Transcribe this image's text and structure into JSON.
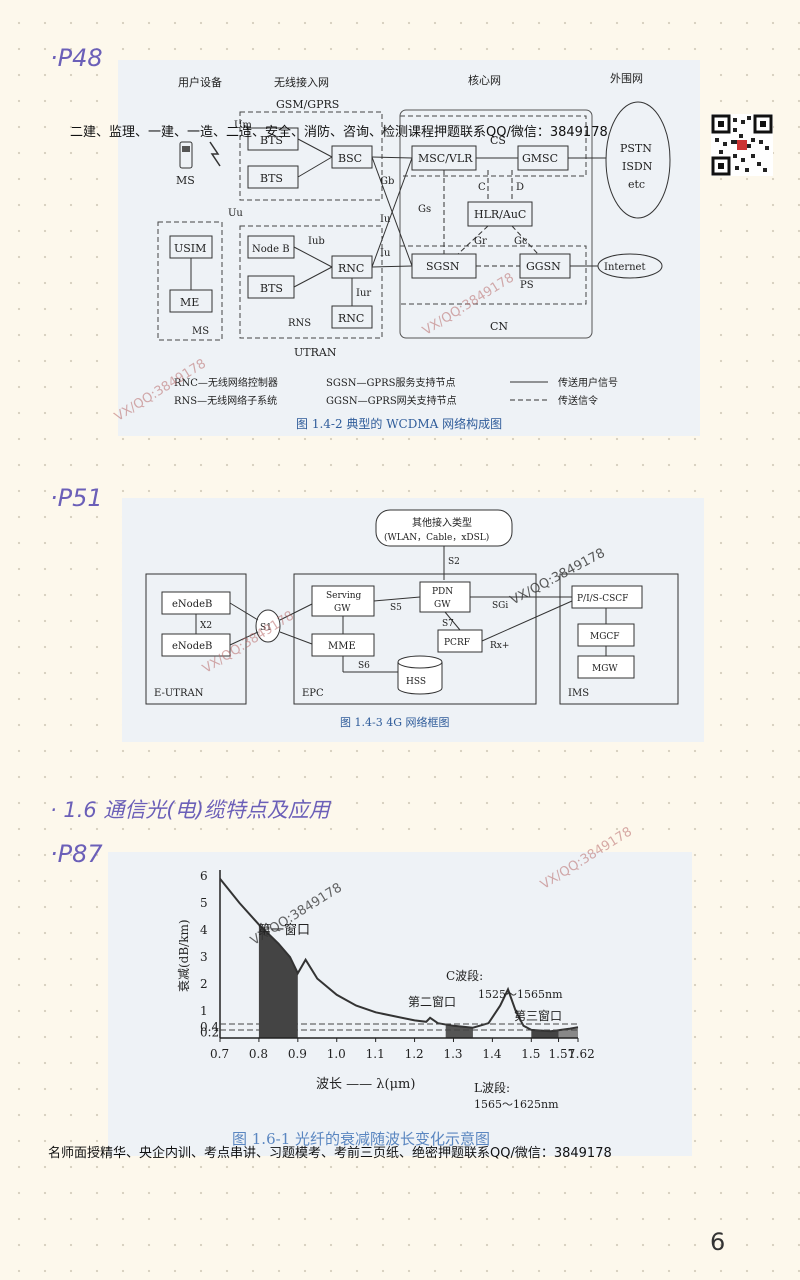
{
  "handwritten": {
    "p48": "·P48",
    "p51": "·P51",
    "section": "· 1.6  通信光(电)缆特点及应用",
    "p87": "·P87",
    "page_number": "6"
  },
  "promo": {
    "top": "二建、监理、一建、一造、二造、安全、消防、咨询、检测课程押题联系QQ/微信：3849178",
    "bottom": "名师面授精华、央企内训、考点串讲、习题模考、考前三页纸、绝密押题联系QQ/微信：3849178"
  },
  "watermark": "VX/QQ:3849178",
  "fig1": {
    "headers": {
      "user": "用户设备",
      "ran": "无线接入网",
      "core": "核心网",
      "ext": "外围网"
    },
    "gsm": "GSM/GPRS",
    "nodes": {
      "bts1": "BTS",
      "bts2": "BTS",
      "bsc": "BSC",
      "msc": "MSC/VLR",
      "gmsc": "GMSC",
      "hlr": "HLR/AuC",
      "ms_top": "MS",
      "usim": "USIM",
      "me": "ME",
      "ms_box": "MS",
      "nodeb": "Node B",
      "bts3": "BTS",
      "rnc1": "RNC",
      "rnc2": "RNC",
      "sgsn": "SGSN",
      "ggsn": "GGSN",
      "internet": "Internet",
      "rns": "RNS",
      "utran": "UTRAN",
      "cn": "CN"
    },
    "cloud": [
      "PSTN",
      "ISDN",
      "etc"
    ],
    "interfaces": {
      "um": "Um",
      "uu": "Uu",
      "cs": "CS",
      "gb": "Gb",
      "iu1": "Iu",
      "iu2": "Iu",
      "c": "C",
      "d": "D",
      "gs": "Gs",
      "gr": "Gr",
      "gc": "Gc",
      "ps": "PS",
      "iub": "Iub",
      "iur": "Iur"
    },
    "legend": {
      "rnc": "RNC—无线网络控制器",
      "rns": "RNS—无线网络子系统",
      "sgsn": "SGSN—GPRS服务支持节点",
      "ggsn": "GGSN—GPRS网关支持节点",
      "user_signal": "传送用户信号",
      "signaling": "传送信令"
    },
    "caption": "图 1.4-2   典型的 WCDMA 网络构成图"
  },
  "fig2": {
    "other_access": "其他接入类型",
    "other_access_sub": "(WLAN，Cable，xDSL)",
    "s2": "S2",
    "enb1": "eNodeB",
    "enb2": "eNodeB",
    "x2": "X2",
    "s1": "S1",
    "serving": [
      "Serving",
      "GW"
    ],
    "pdn": [
      "PDN",
      "GW"
    ],
    "s5": "S5",
    "sgi": "SGi",
    "s7": "S7",
    "s6": "S6",
    "mme": "MME",
    "pcrf": "PCRF",
    "rx": "Rx+",
    "hss": "HSS",
    "cscf": "P/I/S-CSCF",
    "mgcf": "MGCF",
    "mgw": "MGW",
    "eutran": "E-UTRAN",
    "epc": "EPC",
    "ims": "IMS",
    "caption": "图 1.4-3    4G 网络框图"
  },
  "chart_data": {
    "type": "line",
    "ylabel": "衰减(dB/km)",
    "xlabel": "波长 —— λ(μm)",
    "x_ticks": [
      "0.7",
      "0.8",
      "0.9",
      "1.0",
      "1.1",
      "1.2",
      "1.3",
      "1.4",
      "1.5",
      "1.57",
      "1.62"
    ],
    "y_ticks": [
      "6",
      "5",
      "4",
      "3",
      "2",
      "1",
      "0.4",
      "0.2"
    ],
    "series": [
      {
        "x": [
          0.7,
          0.75,
          0.8,
          0.85,
          0.88,
          0.9,
          0.92,
          0.95,
          1.0,
          1.05,
          1.1,
          1.15,
          1.2,
          1.23,
          1.24,
          1.26,
          1.3,
          1.35,
          1.39,
          1.42,
          1.44,
          1.46,
          1.48,
          1.5,
          1.55,
          1.6,
          1.62
        ],
        "values": [
          5.9,
          5.0,
          4.2,
          3.5,
          3.0,
          2.4,
          2.9,
          2.2,
          1.6,
          1.2,
          0.95,
          0.8,
          0.65,
          0.6,
          0.75,
          0.55,
          0.45,
          0.38,
          0.55,
          1.2,
          1.8,
          1.0,
          0.45,
          0.3,
          0.25,
          0.35,
          0.4
        ]
      }
    ],
    "annotations": {
      "w1": "第一窗口",
      "w2": "第二窗口",
      "w3": "第三窗口",
      "cband": "C波段:",
      "cband_range": "1525～1565nm",
      "lband": "L波段:",
      "lband_range": "1565～1625nm"
    },
    "caption": "图 1.6-1   光纤的衰减随波长变化示意图"
  }
}
